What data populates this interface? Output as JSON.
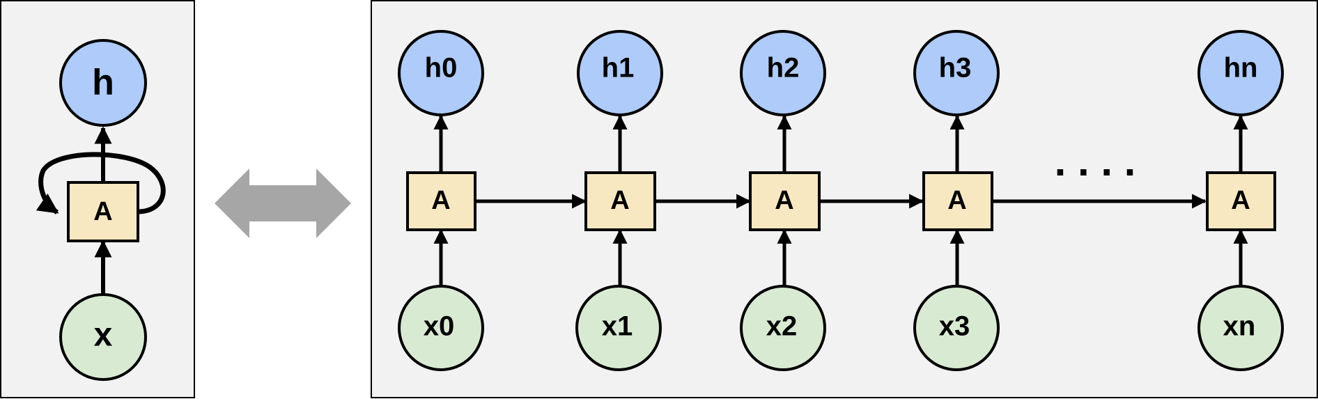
{
  "colors": {
    "panel_fill": "#f2f2f2",
    "panel_border": "#000000",
    "hidden_fill": "#aecbfa",
    "input_fill": "#d9ead3",
    "cell_fill": "#f8e8c2",
    "stroke": "#000000",
    "double_arrow": "#a6a6a6"
  },
  "folded": {
    "hidden_label": "h",
    "cell_label": "A",
    "input_label": "x"
  },
  "unrolled": {
    "steps": [
      {
        "hidden_label": "h0",
        "cell_label": "A",
        "input_label": "x0"
      },
      {
        "hidden_label": "h1",
        "cell_label": "A",
        "input_label": "x1"
      },
      {
        "hidden_label": "h2",
        "cell_label": "A",
        "input_label": "x2"
      },
      {
        "hidden_label": "h3",
        "cell_label": "A",
        "input_label": "x3"
      },
      {
        "hidden_label": "hn",
        "cell_label": "A",
        "input_label": "xn"
      }
    ],
    "ellipsis": ". . . ."
  }
}
